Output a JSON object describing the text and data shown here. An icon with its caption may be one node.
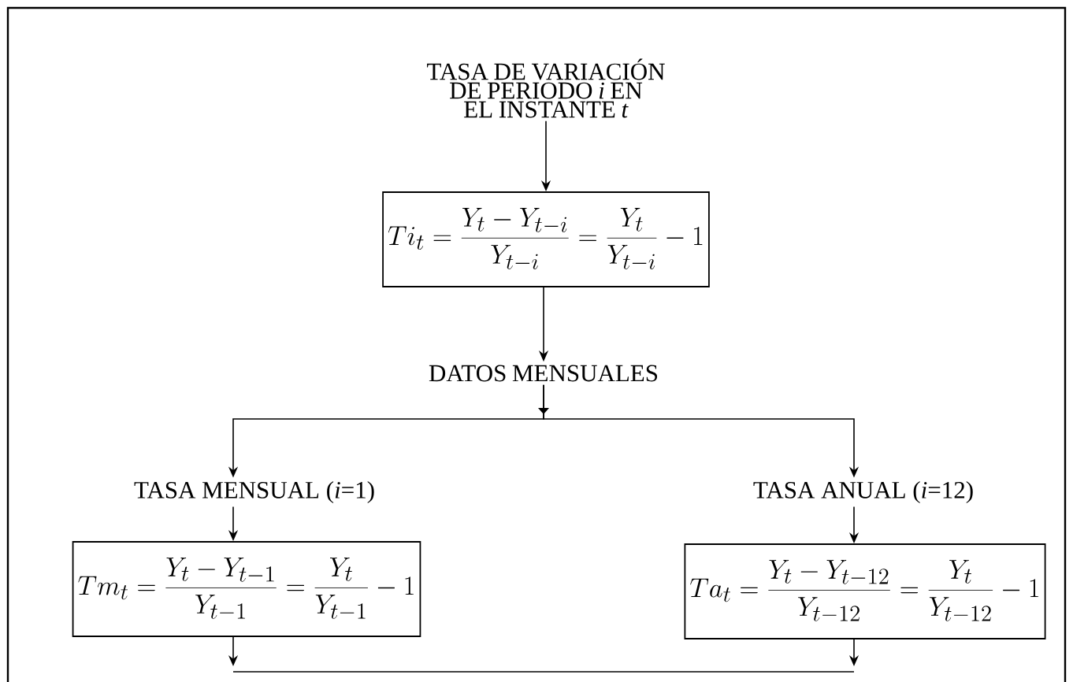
{
  "diagram": {
    "nodes": [
      {
        "text": [
          "TASA DE VARIACIÓN DE PERIODO *i* EN EL INSTANTE *t*"
        ]
      },
      {
        "text": [
          "Ti_t = \\frac{Y_t - Y_{t-i}}{Y_{t-i}} = \\frac{Y_t}{Y_{t-i}} - 1"
        ]
      },
      {
        "text": [
          "DATOS MENSUALES"
        ]
      },
      {
        "text": [
          "TASA MENSUAL (*i*=1)"
        ]
      },
      {
        "text": [
          "TASA ANUAL (*i*=12)"
        ]
      },
      {
        "text": [
          "Tm_t = \\frac{Y_t - Y_{t-1}}{Y_{t-1}} = \\frac{Y_t}{Y_{t-1}} - 1"
        ]
      },
      {
        "text": [
          "Ta_t = \\frac{Y_t - Y_{t-12}}{Y_{t-12}} = \\frac{Y_t}{Y_{t-12}} - 1"
        ]
      }
    ],
    "edges": [
      {
        "from": 0,
        "to": 1,
        "arrow": "to"
      },
      {
        "from": 1,
        "to": 2,
        "arrow": "to"
      },
      {
        "from": 2,
        "to": 3,
        "arrow": "to"
      },
      {
        "from": 2,
        "to": 4,
        "arrow": "to"
      },
      {
        "from": 3,
        "to": 5,
        "arrow": "to"
      },
      {
        "from": 4,
        "to": 6,
        "arrow": "to"
      },
      {
        "from": 5,
        "to": null,
        "arrow": "to"
      },
      {
        "from": 6,
        "to": null,
        "arrow": "to"
      }
    ]
  }
}
